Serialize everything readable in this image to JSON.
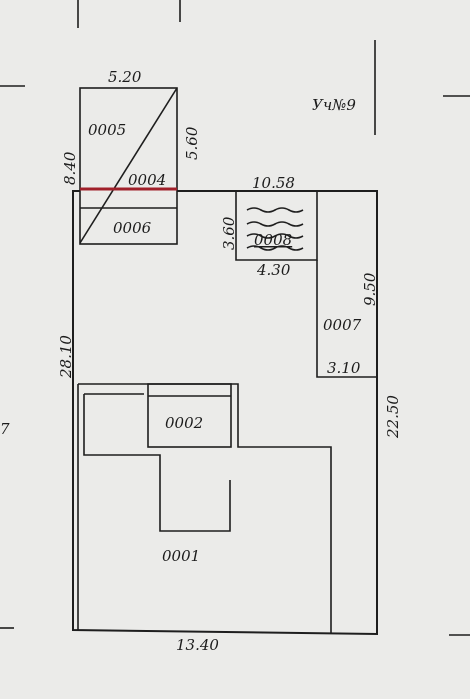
{
  "parcel_label": "Уч№9",
  "side_label": "7",
  "rooms": {
    "r0001": "0001",
    "r0002": "0002",
    "r0004": "0004",
    "r0005": "0005",
    "r0006": "0006",
    "r0007": "0007",
    "r0008": "0008"
  },
  "dimensions": {
    "top_5_20": "5.20",
    "right_5_60": "5.60",
    "left_8_40": "8.40",
    "top_10_58": "10.58",
    "left_3_60": "3.60",
    "bottom_4_30": "4.30",
    "right_9_50": "9.50",
    "bottom_3_10": "3.10",
    "left_28_10": "28.10",
    "right_22_50": "22.50",
    "bottom_13_40": "13.40"
  },
  "colors": {
    "line": "#1e1e1e",
    "accent_line": "#a0202a",
    "paper": "#ebebe9"
  }
}
